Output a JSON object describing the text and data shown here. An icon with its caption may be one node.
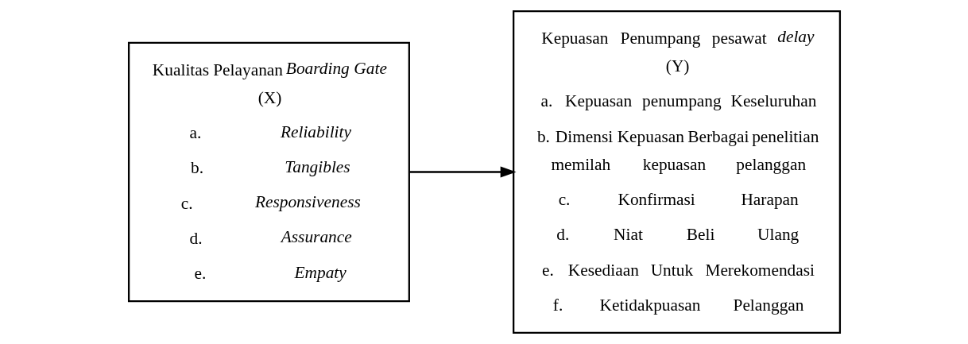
{
  "diagram": {
    "nodes": [
      {
        "text": [
          "Kualitas Pelayanan *Boarding Gate* (X)",
          "a. *Reliability*",
          "b. *Tangibles*",
          "c. *Responsiveness*",
          "d. *Assurance*",
          "e. *Empaty*"
        ]
      },
      {
        "text": [
          "Kepuasan Penumpang pesawat *delay* (Y)",
          "a. Kepuasan penumpang Keseluruhan",
          "b. Dimensi Kepuasan Berbagai penelitian memilah kepuasan pelanggan",
          "c. Konfirmasi Harapan",
          "d. Niat Beli Ulang",
          "e. Kesediaan Untuk Merekomendasi",
          "f. Ketidakpuasan Pelanggan"
        ]
      }
    ],
    "edges": [
      {
        "from": 0,
        "to": 1,
        "arrow": "to"
      }
    ]
  }
}
